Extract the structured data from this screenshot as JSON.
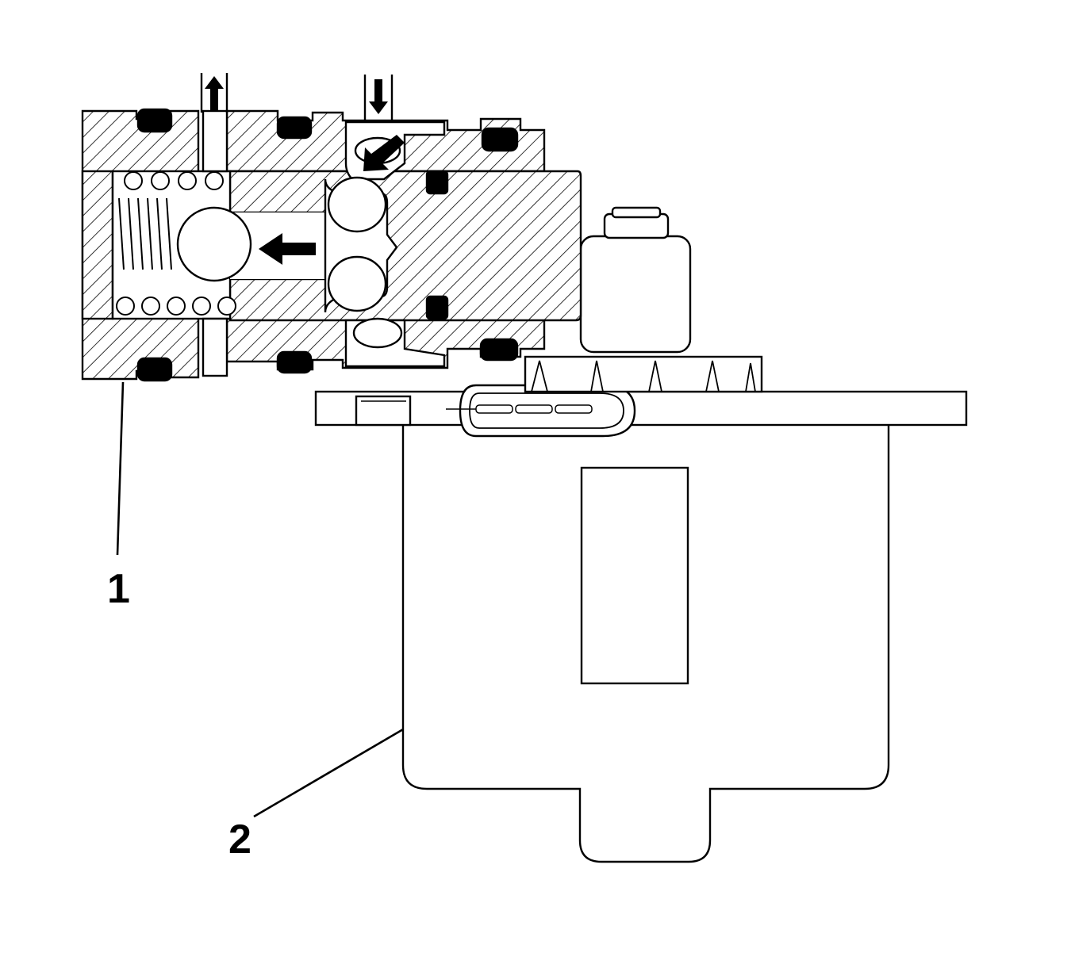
{
  "callouts": [
    {
      "id": "1",
      "label": "1"
    },
    {
      "id": "2",
      "label": "2"
    }
  ],
  "colors": {
    "ink": "#000000",
    "paper": "#ffffff",
    "hatch": "#000000"
  },
  "icons": [
    "arrow-up-icon",
    "arrow-down-icon",
    "arrow-diagonal-icon",
    "arrow-left-icon"
  ]
}
